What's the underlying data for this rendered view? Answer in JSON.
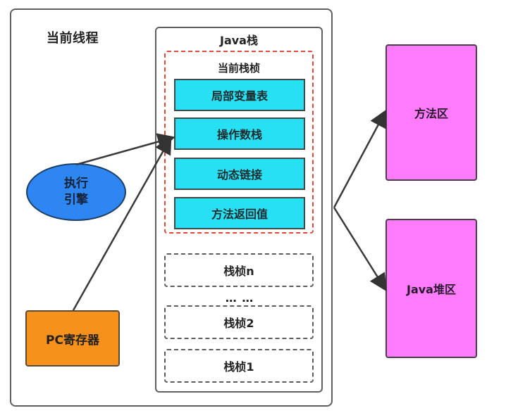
{
  "thread": {
    "title": "当前线程"
  },
  "java_stack": {
    "title": "Java栈",
    "current_frame": {
      "title": "当前栈桢",
      "items": [
        {
          "label": "局部变量表"
        },
        {
          "label": "操作数栈"
        },
        {
          "label": "动态链接"
        },
        {
          "label": "方法返回值"
        }
      ]
    },
    "frames": [
      {
        "label": "栈桢n"
      },
      {
        "label": "栈桢2"
      },
      {
        "label": "栈桢1"
      }
    ],
    "ellipsis": "… …"
  },
  "engine": {
    "line1": "执行",
    "line2": "引擎"
  },
  "pc_register": {
    "label": "PC寄存器"
  },
  "method_area": {
    "label": "方法区"
  },
  "heap": {
    "label": "Java堆区"
  },
  "colors": {
    "frame_item_fill": "#27e0f4",
    "engine_fill": "#2e86f3",
    "pc_register_fill": "#f6921c",
    "area_fill": "#ff7cff",
    "current_frame_border": "#e0483a"
  }
}
